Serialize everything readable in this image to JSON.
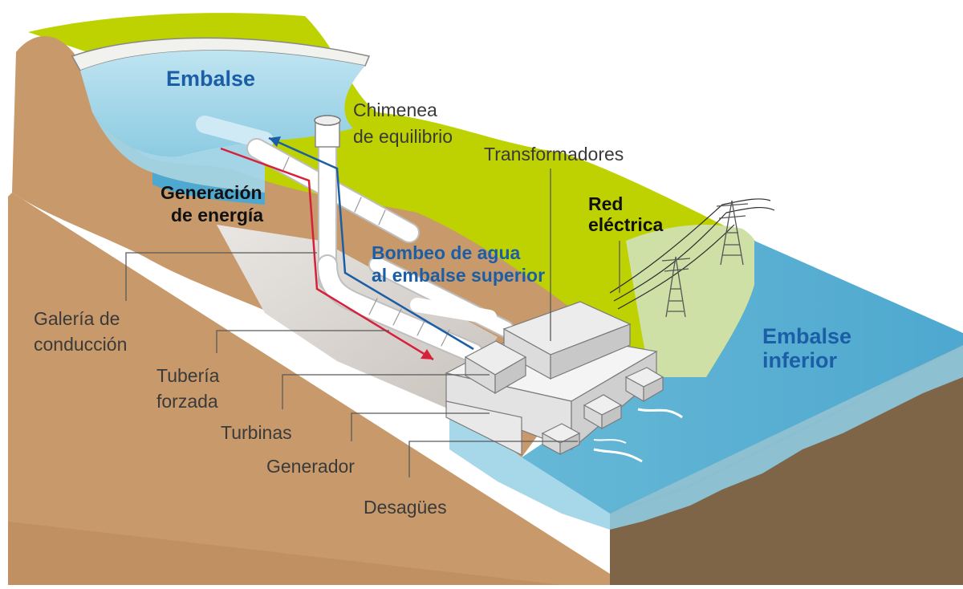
{
  "labels": {
    "upper_reservoir": "Embalse",
    "surge_chamber_l1": "Chimenea",
    "surge_chamber_l2": "de equilibrio",
    "transformers": "Transformadores",
    "grid_l1": "Red",
    "grid_l2": "eléctrica",
    "generation_l1": "Generación",
    "generation_l2": "de energía",
    "pumping_l1": "Bombeo de agua",
    "pumping_l2": "al embalse superior",
    "conduction_l1": "Galería de",
    "conduction_l2": "conducción",
    "penstock_l1": "Tubería",
    "penstock_l2": "forzada",
    "turbines": "Turbinas",
    "generator": "Generador",
    "drains": "Desagües",
    "lower_reservoir_l1": "Embalse",
    "lower_reservoir_l2": "inferior"
  },
  "colors": {
    "earth_light": "#c8996a",
    "earth_dark": "#7f6548",
    "vegetation": "#bdd200",
    "vegetation_light": "#cfe0a6",
    "water_upper": "#a7d8ea",
    "water_lower": "#5fb4d3",
    "water_dark": "#3f9dc4",
    "generation_arrow": "#d6213a",
    "pumping_arrow": "#1c5ea6",
    "label_blue": "#1c5ea6",
    "label_gray": "#3a3a3a",
    "label_black": "#111111"
  }
}
